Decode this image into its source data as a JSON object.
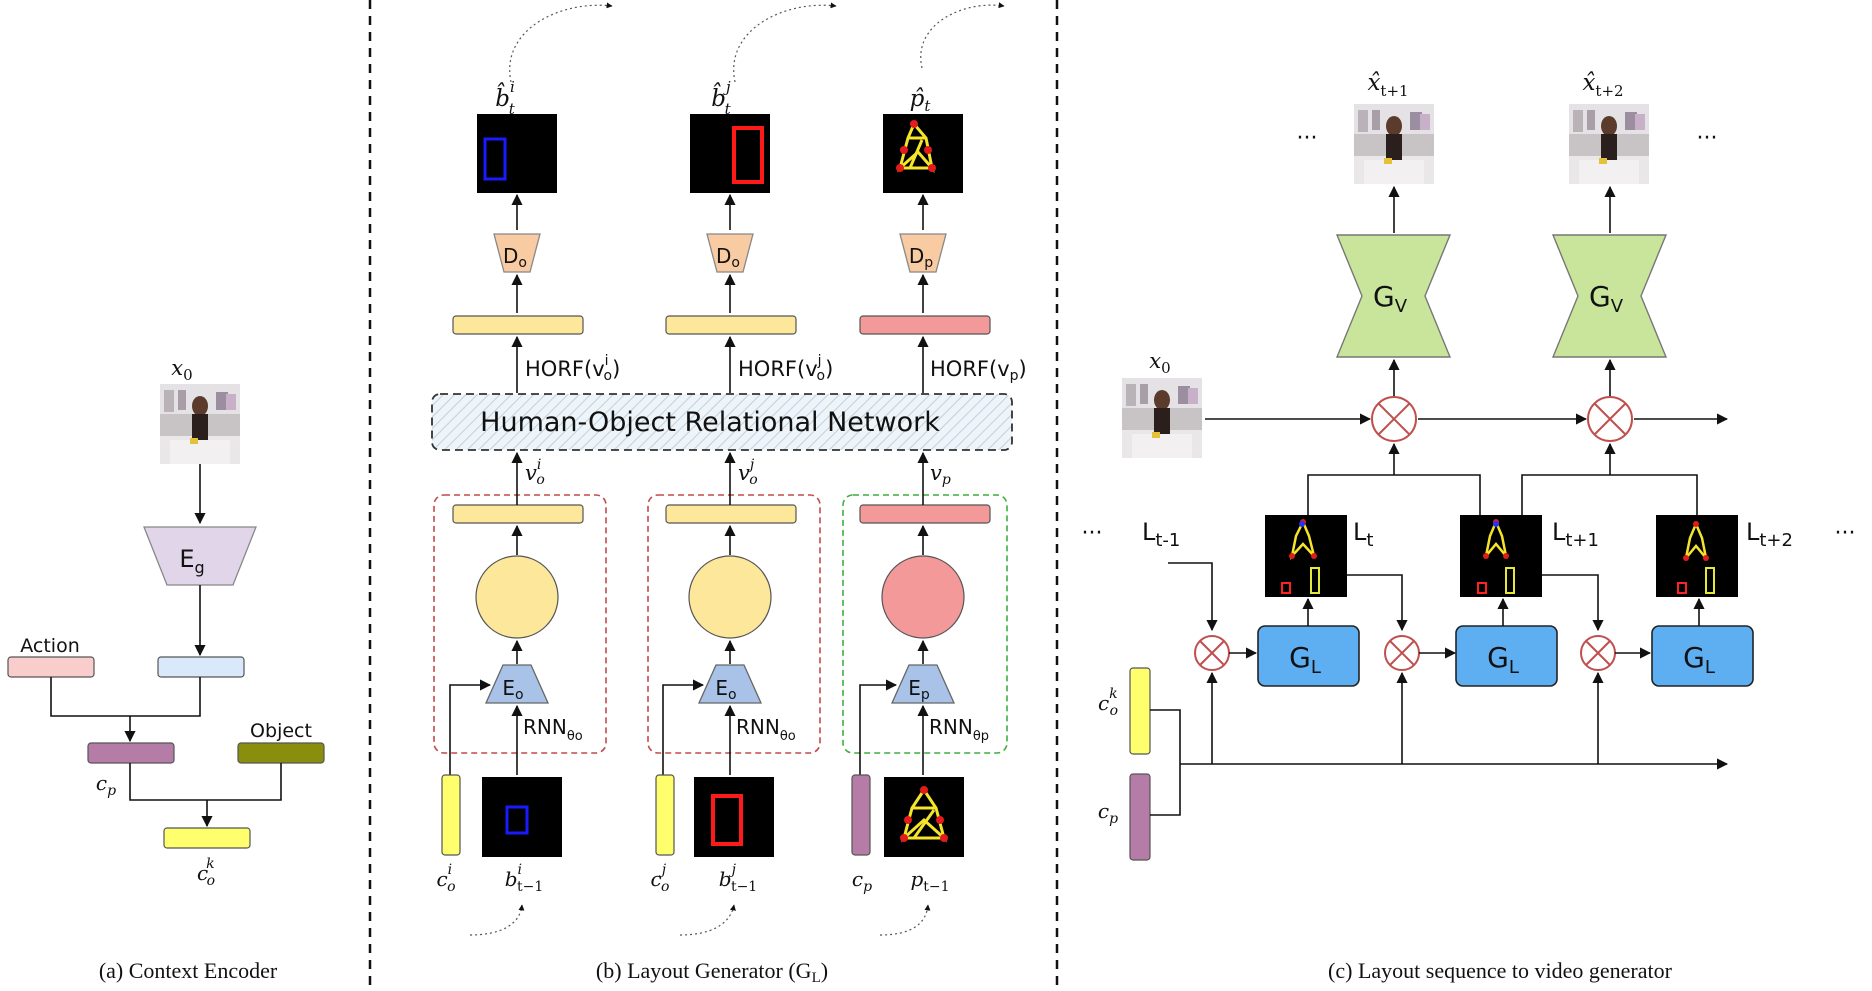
{
  "colors": {
    "yellow_feat": "#fde79b",
    "pink_feat": "#f4999a",
    "blue_enc": "#a9c2e8",
    "orange_dec": "#f8cba3",
    "purple_enc": "#e1d5ea",
    "green_gv": "#c9e59b",
    "blue_gl": "#5eaef2",
    "action_pink": "#f8cdcc",
    "light_blue": "#d9e8fb",
    "purple_cp": "#b57ca8",
    "olive_obj": "#8a8e0d",
    "yellow_ck": "#ffff6e",
    "red_dash": "#c34a4a",
    "green_dash": "#3fae3f",
    "red_mult": "#c0504d"
  },
  "panel_a": {
    "x0": "x",
    "x0_sub": "0",
    "encoder": "E",
    "encoder_sub": "g",
    "action_label": "Action",
    "object_label": "Object",
    "cp": "c",
    "cp_sub": "p",
    "cok": "c",
    "cok_sup": "k",
    "cok_sub": "o",
    "caption": "(a) Context Encoder"
  },
  "panel_b": {
    "hat_b_i": "b̂",
    "hat_b_i_sup": "i",
    "hat_b_j_sup": "j",
    "hat_sub_t": "t",
    "hat_p": "p̂",
    "hat_p_sub": "t",
    "dec_o": "D",
    "dec_o_sub": "o",
    "dec_p": "D",
    "dec_p_sub": "p",
    "horf_i": "HORF(",
    "v_sym": "v",
    "o_sub": "o",
    "i_sup": "i",
    "j_sup": "j",
    "p_sub": "p",
    "close_paren": ")",
    "hor_network": "Human-Object Relational Network",
    "enc_o": "E",
    "enc_o_sub": "o",
    "enc_p": "E",
    "enc_p_sub": "p",
    "rnn": "RNN",
    "rnn_o_sub": "θo",
    "rnn_p_sub": "θp",
    "c_sym": "c",
    "b_sym": "b",
    "p_sym": "p",
    "t_minus_1": "t−1",
    "caption": "(b) Layout Generator (G",
    "caption_sub": "L",
    "caption_end": ")"
  },
  "panel_c": {
    "x0": "x",
    "x0_sub": "0",
    "xhat1": "x̂",
    "xhat1_sub": "t+1",
    "xhat2_sub": "t+2",
    "dots": "···",
    "gv": "G",
    "gv_sub": "V",
    "gl": "G",
    "gl_sub": "L",
    "L": "L",
    "L_tm1": "t-1",
    "L_t": "t",
    "L_tp1": "t+1",
    "L_tp2": "t+2",
    "cok": "c",
    "cok_sup": "k",
    "cok_sub": "o",
    "cp": "c",
    "cp_sub": "p",
    "caption": "(c) Layout sequence to video generator"
  }
}
